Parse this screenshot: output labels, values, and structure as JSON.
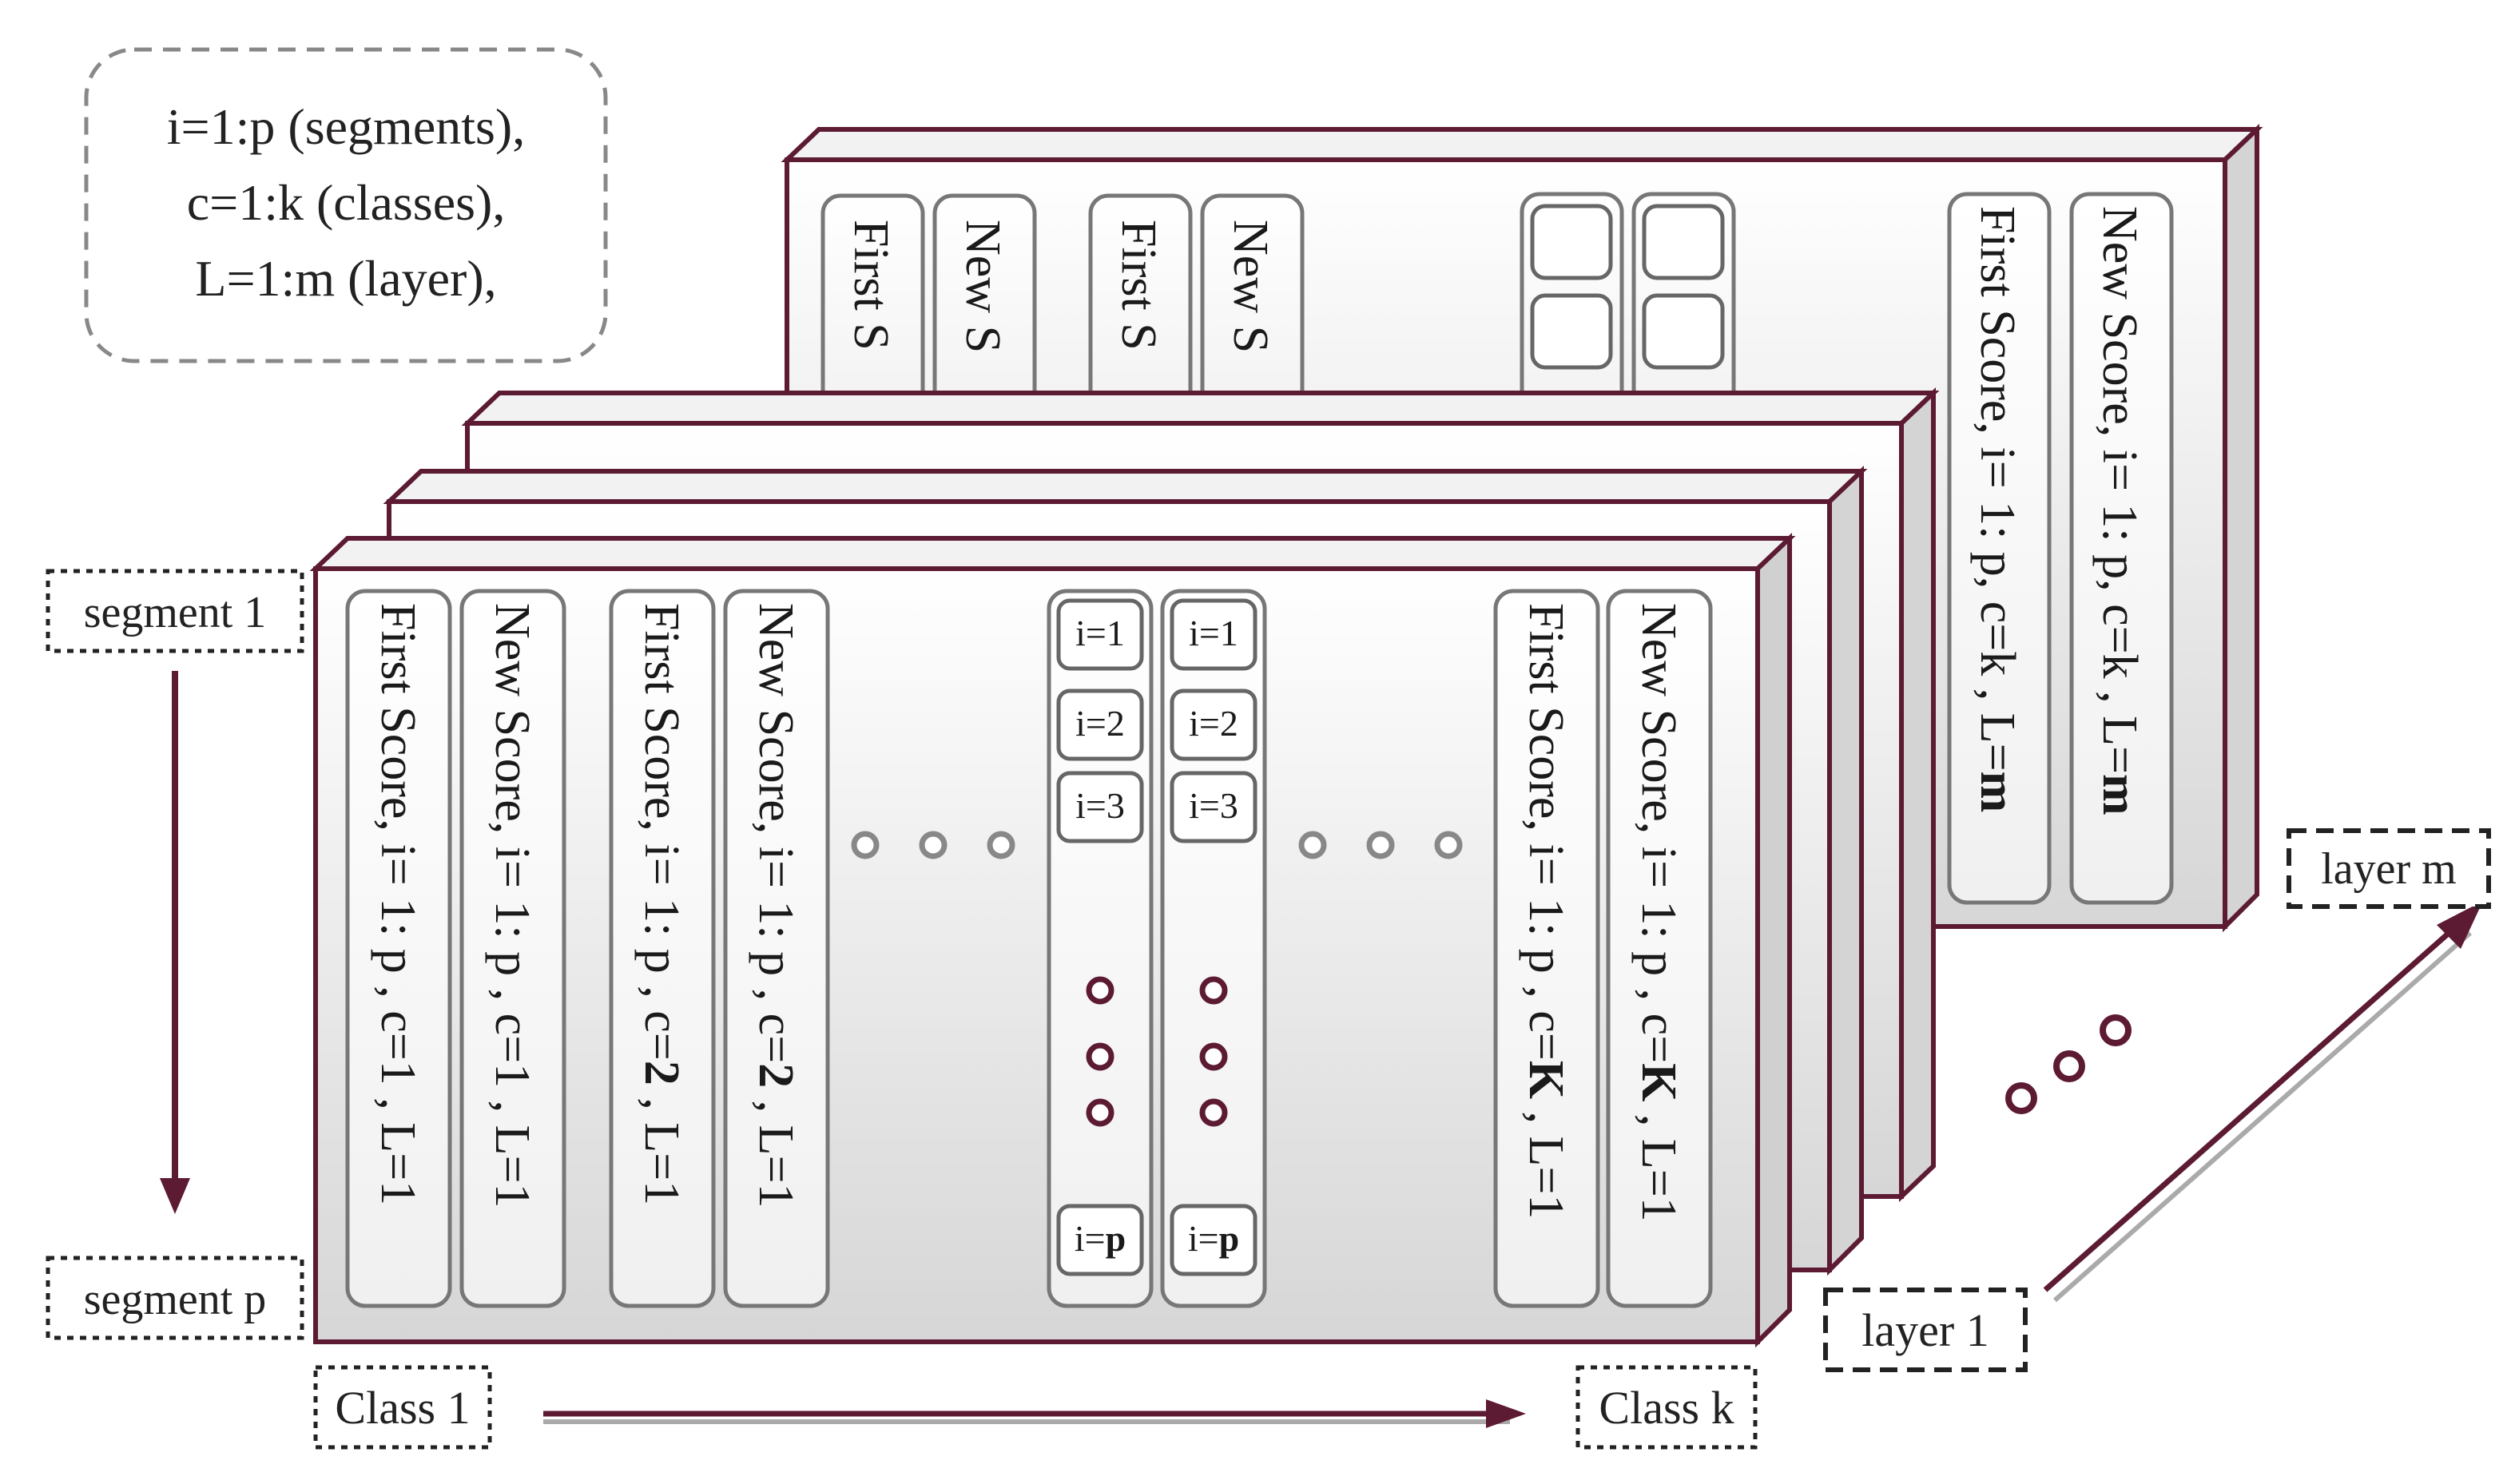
{
  "legend": {
    "line1": "i=1:p (segments),",
    "line2": "c=1:k (classes),",
    "line3": "L=1:m (layer),"
  },
  "labels": {
    "segment_1": "segment 1",
    "segment_p": "segment p",
    "class_1": "Class 1",
    "class_k": "Class k",
    "layer_1": "layer 1",
    "layer_m": "layer m"
  },
  "front_layer": {
    "columns": [
      {
        "pre": "First Score, i= 1: p , c=",
        "c": "1",
        "post": " , L=1"
      },
      {
        "pre": "New Score, i= 1: p , c=",
        "c": "1",
        "post": " , L=1"
      },
      {
        "pre": "First Score, i= 1: p , c=",
        "c": "2",
        "post": " , L=1"
      },
      {
        "pre": "New Score, i= 1: p , c=",
        "c": "2",
        "post": " , L=1"
      },
      {
        "pre": "First Score, i= 1: p , c=",
        "c": "K",
        "post": " , L=1"
      },
      {
        "pre": "New Score, i= 1: p , c=",
        "c": "K",
        "post": " , L=1"
      }
    ],
    "segment_cells": [
      {
        "pre": "i=",
        "val": "1"
      },
      {
        "pre": "i=",
        "val": "2"
      },
      {
        "pre": "i=",
        "val": "3"
      },
      {
        "pre": "i=",
        "val": "p"
      }
    ]
  },
  "back_layer": {
    "columns_cut": [
      "First S",
      "New  S",
      "First S",
      "New  S"
    ],
    "columns_full": [
      {
        "pre": "First Score, i= 1: p, c=k , L=",
        "l": "m"
      },
      {
        "pre": "New Score, i= 1: p, c=k , L=",
        "l": "m"
      }
    ]
  },
  "colors": {
    "frame": "#5c1a33",
    "panel_top": "#ffffff",
    "panel_bottom": "#d8d8d8",
    "side": "#d9d9d9"
  }
}
